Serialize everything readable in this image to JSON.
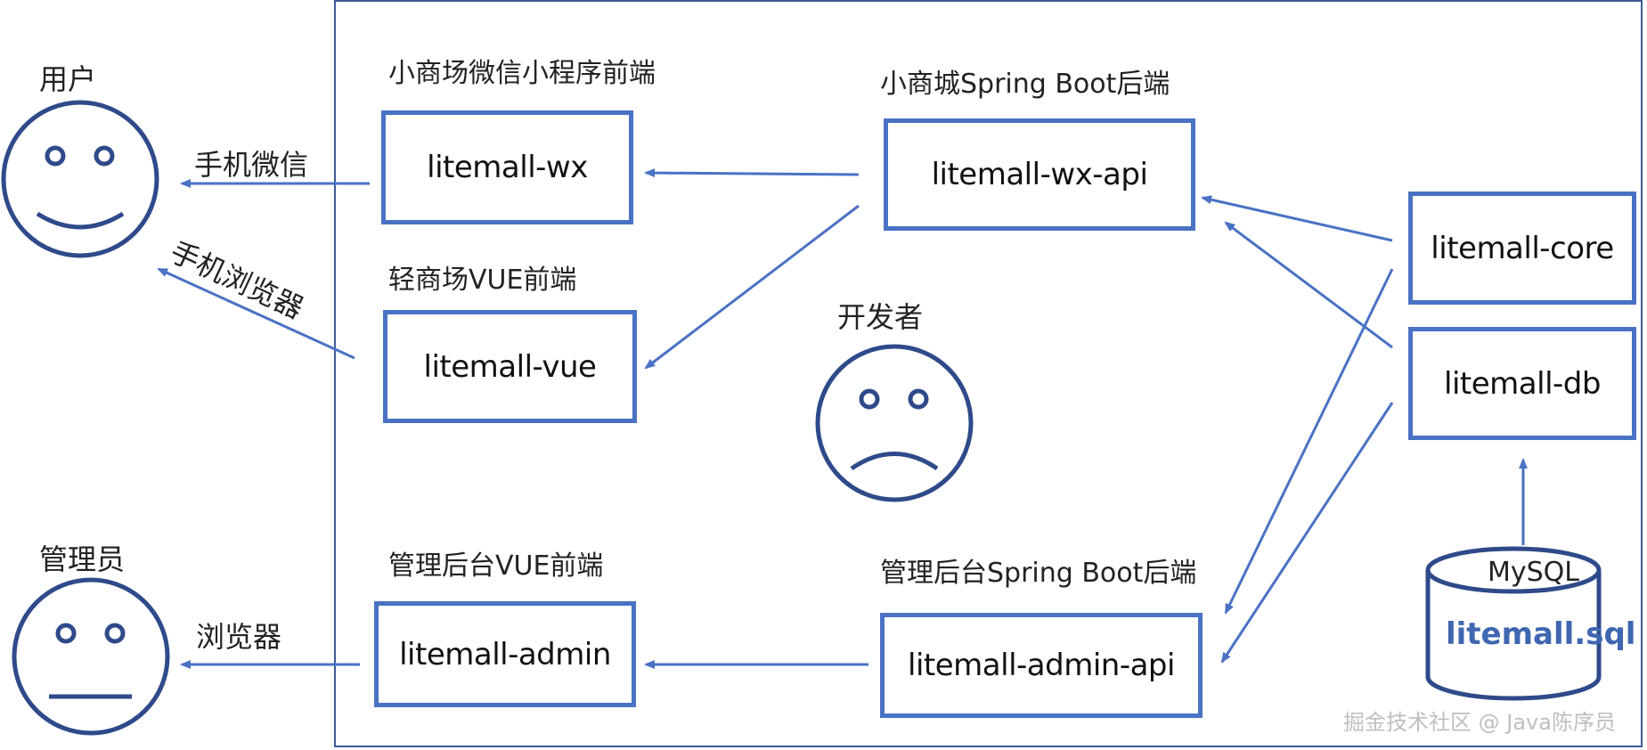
{
  "actors": {
    "user": "用户",
    "developer": "开发者",
    "admin": "管理员"
  },
  "channels": {
    "wechat": "手机微信",
    "mobile_browser": "手机浏览器",
    "browser": "浏览器"
  },
  "sections": {
    "wx_frontend": "小商场微信小程序前端",
    "vue_frontend": "轻商场VUE前端",
    "admin_frontend": "管理后台VUE前端",
    "wx_backend": "小商城Spring Boot后端",
    "admin_backend": "管理后台Spring Boot后端"
  },
  "modules": {
    "wx": "litemall-wx",
    "vue": "litemall-vue",
    "admin": "litemall-admin",
    "wx_api": "litemall-wx-api",
    "admin_api": "litemall-admin-api",
    "core": "litemall-core",
    "db": "litemall-db"
  },
  "database": {
    "engine": "MySQL",
    "file": "litemall.sql"
  },
  "watermark": "掘金技术社区 @ Java陈序员",
  "colors": {
    "box_border": "#4a72c4",
    "arrow": "#4a72c4",
    "face": "#2e4a8a",
    "frame": "#3b5998",
    "sql_text": "#3f66b0"
  }
}
